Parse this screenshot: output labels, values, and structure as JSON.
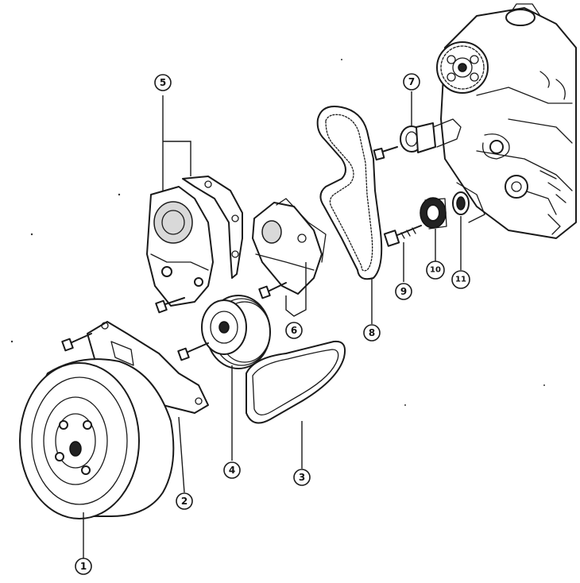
{
  "callouts": [
    {
      "id": "1",
      "label": "1"
    },
    {
      "id": "2",
      "label": "2"
    },
    {
      "id": "3",
      "label": "3"
    },
    {
      "id": "4",
      "label": "4"
    },
    {
      "id": "5",
      "label": "5"
    },
    {
      "id": "6",
      "label": "6"
    },
    {
      "id": "7",
      "label": "7"
    },
    {
      "id": "8",
      "label": "8"
    },
    {
      "id": "9",
      "label": "9"
    },
    {
      "id": "10",
      "label": "10"
    },
    {
      "id": "11",
      "label": "11"
    }
  ],
  "colors": {
    "line": "#1a1a1a",
    "background": "#ffffff"
  }
}
